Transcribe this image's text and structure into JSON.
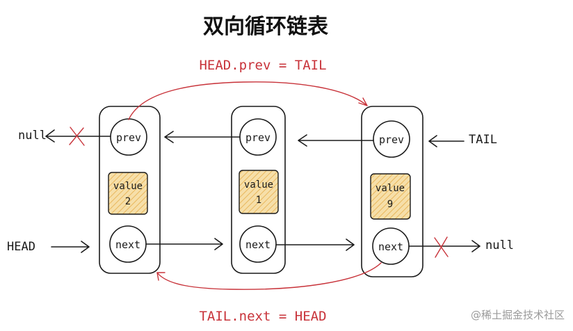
{
  "title": "双向循环链表",
  "annotations": {
    "top": "HEAD.prev = TAIL",
    "bottom": "TAIL.next = HEAD"
  },
  "labels": {
    "null_left": "null",
    "null_right": "null",
    "head": "HEAD",
    "tail": "TAIL"
  },
  "nodes": [
    {
      "prev": "prev",
      "value_label": "value",
      "value": "2",
      "next": "next"
    },
    {
      "prev": "prev",
      "value_label": "value",
      "value": "1",
      "next": "next"
    },
    {
      "prev": "prev",
      "value_label": "value",
      "value": "9",
      "next": "next"
    }
  ],
  "watermark": "@稀土掘金技术社区",
  "colors": {
    "pointer_line": "#1a1a1a",
    "cycle_link": "#c8333a",
    "value_fill": "#f1c97a"
  }
}
